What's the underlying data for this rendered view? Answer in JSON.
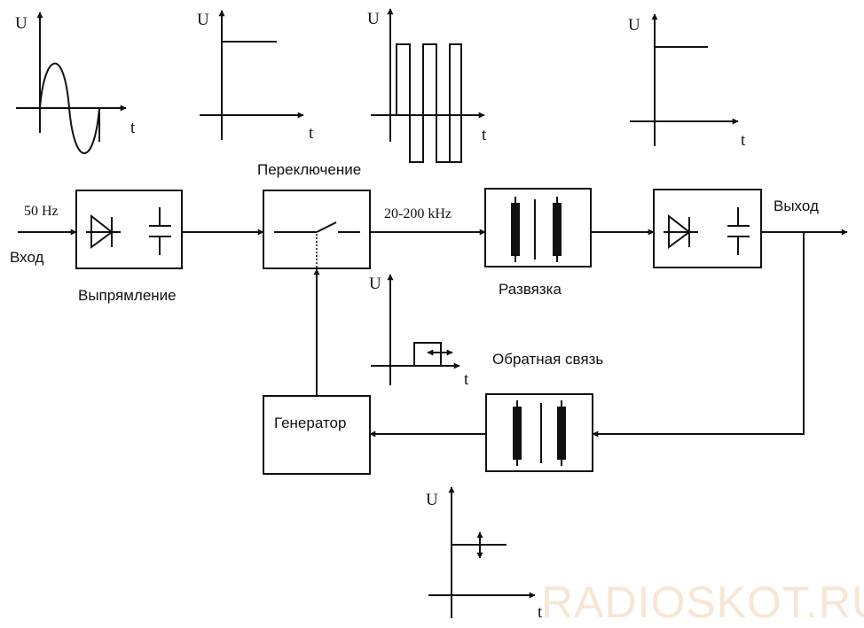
{
  "labels": {
    "input": "Вход",
    "input_freq": "50 Hz",
    "rectification": "Выпрямление",
    "switching": "Переключение",
    "switch_freq": "20-200 kHz",
    "isolation": "Развязка",
    "output": "Выход",
    "feedback": "Обратная связь",
    "generator": "Генератор"
  },
  "axes": {
    "u": "U",
    "t": "t"
  },
  "watermark": "RADIOSKOT.RU",
  "colors": {
    "line": "#111111",
    "watermark": "#f7e6d4"
  }
}
